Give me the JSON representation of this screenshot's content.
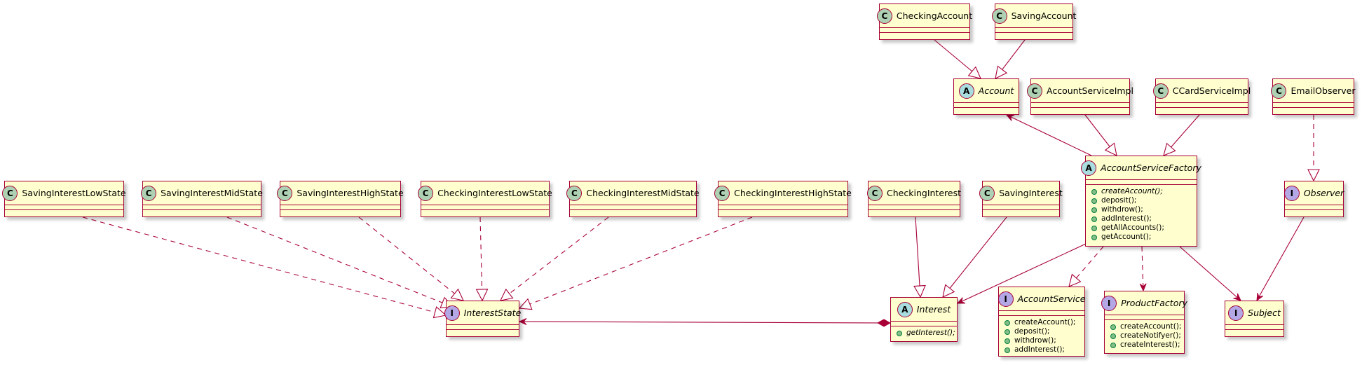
{
  "diagram": {
    "colors": {
      "class_fill": "#FEFECE",
      "border": "#A80036",
      "class_badge": "#ADD1B2",
      "abstract_badge": "#A9DCDF",
      "interface_badge": "#B4A7E5",
      "method_dot": "#84BE84"
    },
    "classes": [
      {
        "id": "checkingaccount",
        "name": "CheckingAccount",
        "kind": "C",
        "italic": false,
        "methods": []
      },
      {
        "id": "savingaccount",
        "name": "SavingAccount",
        "kind": "C",
        "italic": false,
        "methods": []
      },
      {
        "id": "account",
        "name": "Account",
        "kind": "A",
        "italic": true,
        "methods": []
      },
      {
        "id": "accountserviceimpl",
        "name": "AccountServiceImpl",
        "kind": "C",
        "italic": false,
        "methods": []
      },
      {
        "id": "ccardserviceimpl",
        "name": "CCardServiceImpl",
        "kind": "C",
        "italic": false,
        "methods": []
      },
      {
        "id": "emailobserver",
        "name": "EmailObserver",
        "kind": "C",
        "italic": false,
        "methods": []
      },
      {
        "id": "accountservicefactory",
        "name": "AccountServiceFactory",
        "kind": "A",
        "italic": true,
        "methods": [
          {
            "text": "createAccount();",
            "italic": true
          },
          {
            "text": "deposit();",
            "italic": false
          },
          {
            "text": "withdrow();",
            "italic": false
          },
          {
            "text": "addInterest();",
            "italic": false
          },
          {
            "text": "getAllAccounts();",
            "italic": false
          },
          {
            "text": "getAccount();",
            "italic": false
          }
        ]
      },
      {
        "id": "observer",
        "name": "Observer",
        "kind": "I",
        "italic": true,
        "methods": []
      },
      {
        "id": "savinginterestlowstate",
        "name": "SavingInterestLowState",
        "kind": "C",
        "italic": false,
        "methods": []
      },
      {
        "id": "savinginterestmidstate",
        "name": "SavingInterestMidState",
        "kind": "C",
        "italic": false,
        "methods": []
      },
      {
        "id": "savinginteresthighstate",
        "name": "SavingInterestHighState",
        "kind": "C",
        "italic": false,
        "methods": []
      },
      {
        "id": "checkinginterestlowstate",
        "name": "CheckingInterestLowState",
        "kind": "C",
        "italic": false,
        "methods": []
      },
      {
        "id": "checkinginterestmidstate",
        "name": "CheckingInterestMidState",
        "kind": "C",
        "italic": false,
        "methods": []
      },
      {
        "id": "checkinginteresthighstate",
        "name": "CheckingInterestHighState",
        "kind": "C",
        "italic": false,
        "methods": []
      },
      {
        "id": "checkinginterest",
        "name": "CheckingInterest",
        "kind": "C",
        "italic": false,
        "methods": []
      },
      {
        "id": "savinginterest",
        "name": "SavingInterest",
        "kind": "C",
        "italic": false,
        "methods": []
      },
      {
        "id": "interest",
        "name": "Interest",
        "kind": "A",
        "italic": true,
        "methods": [
          {
            "text": "getInterest();",
            "italic": true
          }
        ]
      },
      {
        "id": "accountservice",
        "name": "AccountService",
        "kind": "I",
        "italic": true,
        "methods": [
          {
            "text": "createAccount();",
            "italic": false
          },
          {
            "text": "deposit();",
            "italic": false
          },
          {
            "text": "withdrow();",
            "italic": false
          },
          {
            "text": "addInterest();",
            "italic": false
          }
        ]
      },
      {
        "id": "productfactory",
        "name": "ProductFactory",
        "kind": "I",
        "italic": true,
        "methods": [
          {
            "text": "createAccount();",
            "italic": false
          },
          {
            "text": "createNotifyer();",
            "italic": false
          },
          {
            "text": "createInterest();",
            "italic": false
          }
        ]
      },
      {
        "id": "intereststate",
        "name": "InterestState",
        "kind": "I",
        "italic": true,
        "methods": []
      },
      {
        "id": "subject",
        "name": "Subject",
        "kind": "I",
        "italic": true,
        "methods": []
      }
    ],
    "relations": [
      {
        "from": "checkingaccount",
        "to": "account",
        "type": "extends"
      },
      {
        "from": "savingaccount",
        "to": "account",
        "type": "extends"
      },
      {
        "from": "accountservicefactory",
        "to": "account",
        "type": "association"
      },
      {
        "from": "accountserviceimpl",
        "to": "accountservicefactory",
        "type": "extends"
      },
      {
        "from": "ccardserviceimpl",
        "to": "accountservicefactory",
        "type": "extends"
      },
      {
        "from": "emailobserver",
        "to": "observer",
        "type": "implements"
      },
      {
        "from": "observer",
        "to": "subject",
        "type": "association"
      },
      {
        "from": "accountservicefactory",
        "to": "interest",
        "type": "association"
      },
      {
        "from": "accountservicefactory",
        "to": "accountservice",
        "type": "implements"
      },
      {
        "from": "accountservicefactory",
        "to": "productfactory",
        "type": "dependency"
      },
      {
        "from": "accountservicefactory",
        "to": "subject",
        "type": "association"
      },
      {
        "from": "checkinginterest",
        "to": "interest",
        "type": "extends"
      },
      {
        "from": "savinginterest",
        "to": "interest",
        "type": "extends"
      },
      {
        "from": "interest",
        "to": "intereststate",
        "type": "composition"
      },
      {
        "from": "savinginterestlowstate",
        "to": "intereststate",
        "type": "implements"
      },
      {
        "from": "savinginterestmidstate",
        "to": "intereststate",
        "type": "implements"
      },
      {
        "from": "savinginteresthighstate",
        "to": "intereststate",
        "type": "implements"
      },
      {
        "from": "checkinginterestlowstate",
        "to": "intereststate",
        "type": "implements"
      },
      {
        "from": "checkinginterestmidstate",
        "to": "intereststate",
        "type": "implements"
      },
      {
        "from": "checkinginteresthighstate",
        "to": "intereststate",
        "type": "implements"
      }
    ]
  }
}
